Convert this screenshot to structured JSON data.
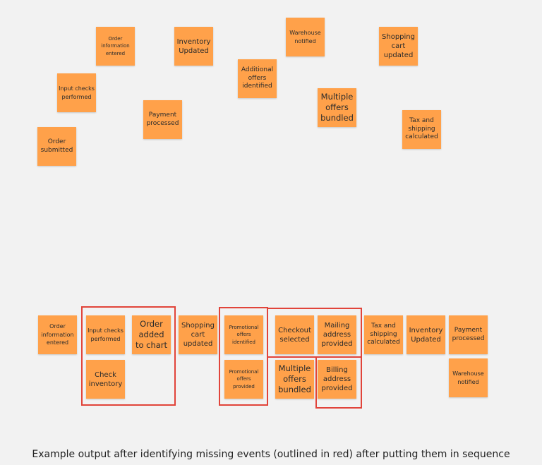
{
  "top_notes": [
    {
      "id": "order-information-entered",
      "text": "Order information entered"
    },
    {
      "id": "inventory-updated",
      "text": "Inventory Updated"
    },
    {
      "id": "warehouse-notified",
      "text": "Warehouse notified"
    },
    {
      "id": "shopping-cart-updated",
      "text": "Shopping cart updated"
    },
    {
      "id": "input-checks-performed",
      "text": "Input checks performed"
    },
    {
      "id": "additional-offers-identified",
      "text": "Additional offers identified"
    },
    {
      "id": "payment-processed",
      "text": "Payment processed"
    },
    {
      "id": "multiple-offers-bundled",
      "text": "Multiple offers bundled"
    },
    {
      "id": "tax-and-shipping-calculated",
      "text": "Tax and shipping calculated"
    },
    {
      "id": "order-submitted",
      "text": "Order submitted"
    }
  ],
  "sequence_notes": [
    {
      "id": "order-information-entered",
      "text": "Order information entered"
    },
    {
      "id": "input-checks-performed",
      "text": "Input checks performed"
    },
    {
      "id": "order-added-to-chart",
      "text": "Order added to chart"
    },
    {
      "id": "check-inventory",
      "text": "Check inventory"
    },
    {
      "id": "shopping-cart-updated",
      "text": "Shopping cart updated"
    },
    {
      "id": "promotional-offers-identified",
      "text": "Promotional offers identified"
    },
    {
      "id": "promotional-offers-provided",
      "text": "Promotional offers provided"
    },
    {
      "id": "checkout-selected",
      "text": "Checkout selected"
    },
    {
      "id": "mailing-address-provided",
      "text": "Mailing address provided"
    },
    {
      "id": "multiple-offers-bundled",
      "text": "Multiple offers bundled"
    },
    {
      "id": "billing-address-provided",
      "text": "Billing address provided"
    },
    {
      "id": "tax-and-shipping-calculated",
      "text": "Tax and shipping calculated"
    },
    {
      "id": "inventory-updated",
      "text": "Inventory Updated"
    },
    {
      "id": "payment-processed",
      "text": "Payment processed"
    },
    {
      "id": "warehouse-notified",
      "text": "Warehouse notified"
    }
  ],
  "missing_event_groups": [
    {
      "id": "input-order-inventory-group"
    },
    {
      "id": "promotional-offers-group"
    },
    {
      "id": "checkout-mailing-group"
    },
    {
      "id": "billing-address-group"
    }
  ],
  "caption": "Example output after identifying missing events (outlined in red) after putting them in sequence",
  "colors": {
    "sticky_note": "#ffa14a",
    "outline": "#e1443a",
    "background": "#f2f2f2"
  }
}
